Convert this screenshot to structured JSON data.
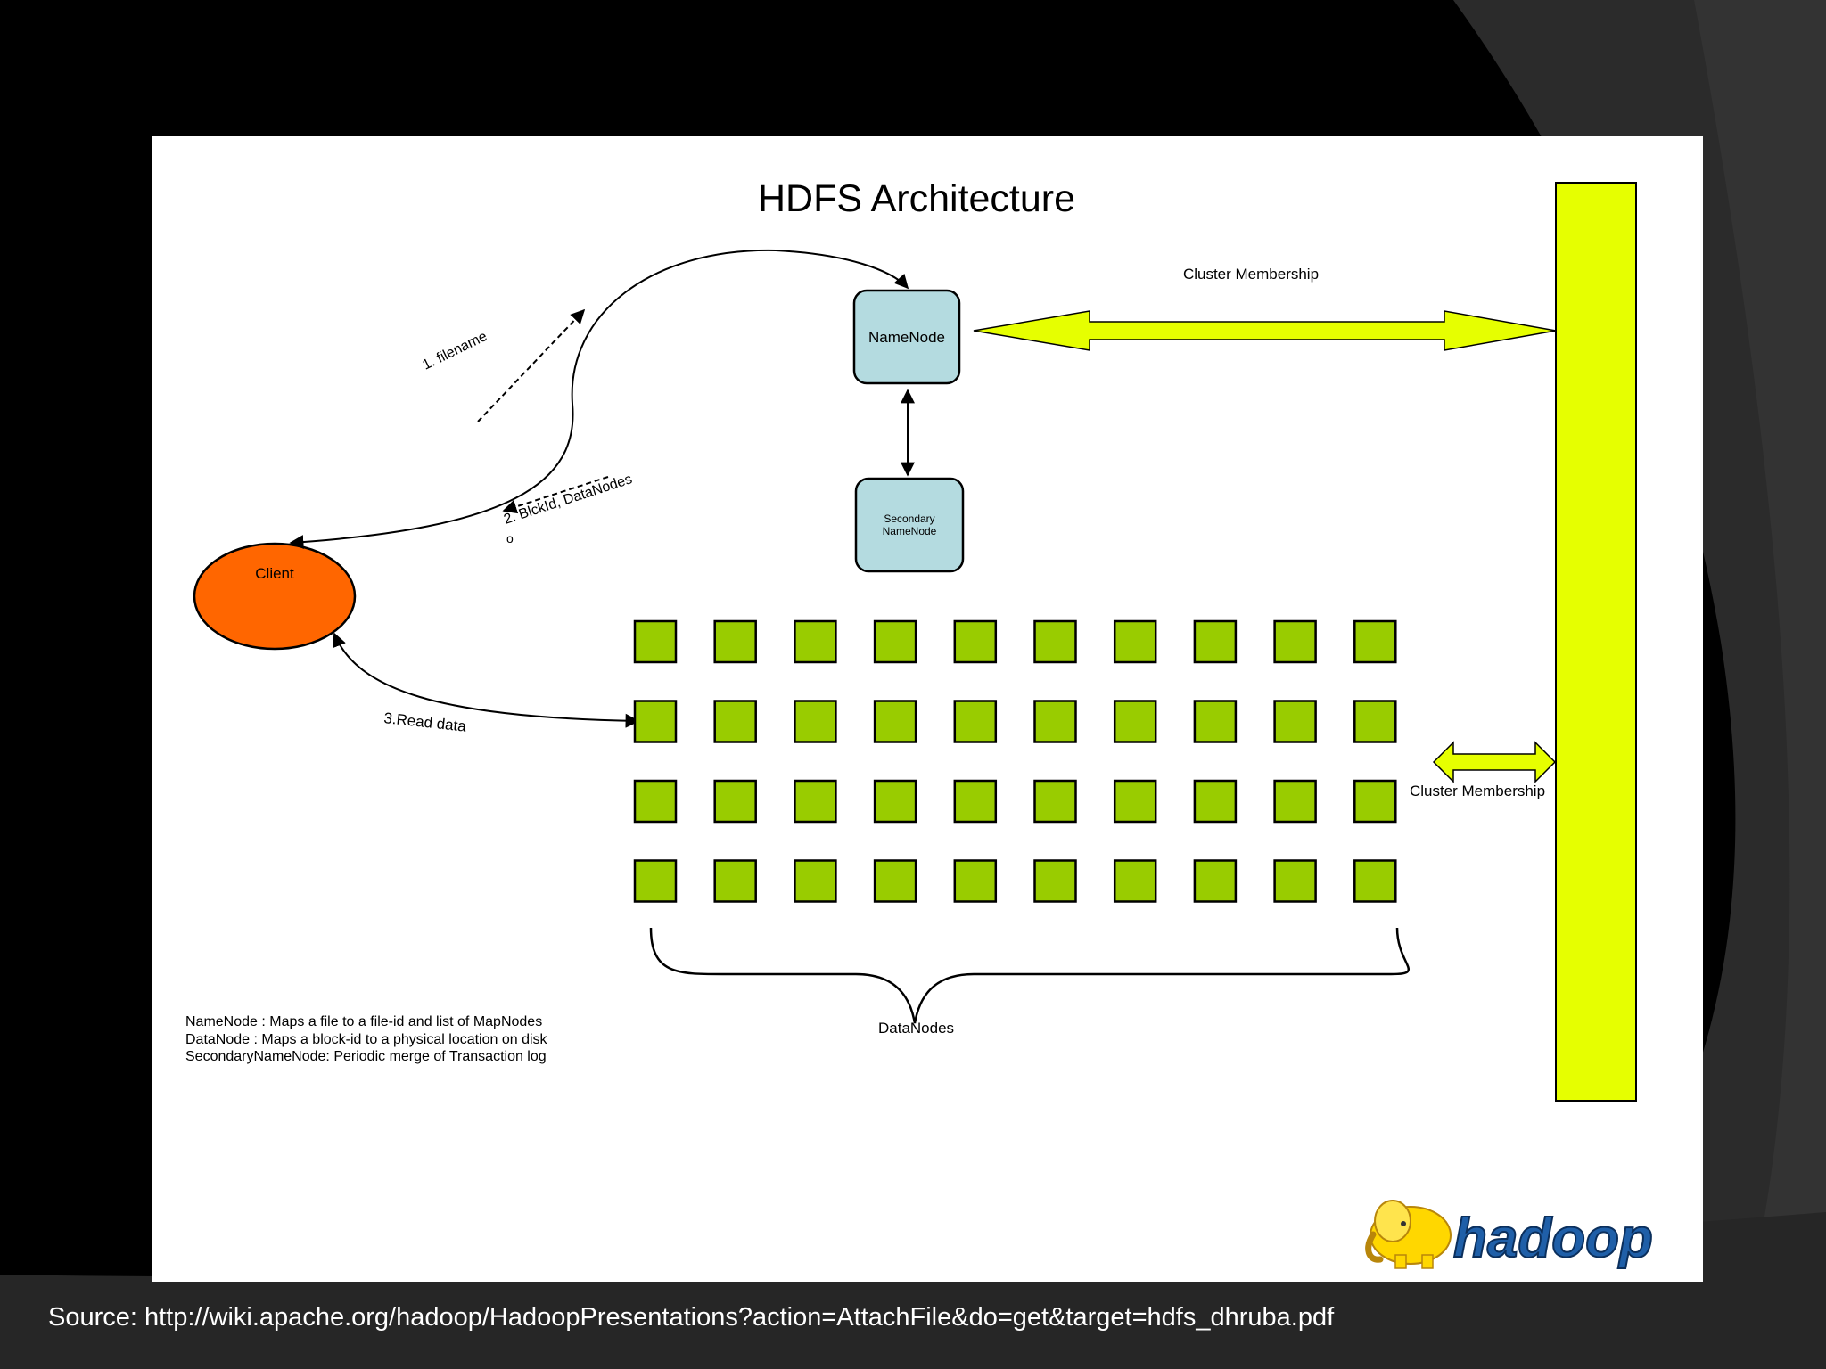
{
  "diagram": {
    "title": "HDFS Architecture",
    "nodes": {
      "namenode": "NameNode",
      "secondary_namenode_line1": "Secondary",
      "secondary_namenode_line2": "NameNode",
      "client": "Client"
    },
    "edges": {
      "filename": "1. filename",
      "blockid_datanodes": "2. BlckId, DataNodes",
      "blockid_suffix": "o",
      "read_data": "3.Read data",
      "cluster_membership_top": "Cluster Membership",
      "cluster_membership_side": "Cluster Membership"
    },
    "datanodes_label": "DataNodes",
    "datanode_grid": {
      "rows": 4,
      "cols": 10
    },
    "legend": [
      "NameNode : Maps a file to a file-id and list of MapNodes",
      "DataNode  : Maps a block-id to a physical location on disk",
      "SecondaryNameNode: Periodic merge of Transaction log"
    ],
    "logo_text": "hadoop"
  },
  "source": "Source: http://wiki.apache.org/hadoop/HadoopPresentations?action=AttachFile&do=get&target=hdfs_dhruba.pdf",
  "colors": {
    "slide_background": "#000000",
    "slide_swoosh": "#2b2b2b",
    "client_fill": "#ff6600",
    "namenode_fill": "#b4dbe0",
    "datanode_fill": "#99cc00",
    "cluster_bar_fill": "#e6ff00",
    "logo_blue": "#1f5fa8",
    "logo_yellow": "#ffd700"
  },
  "icons": [
    "hadoop-elephant-icon"
  ]
}
